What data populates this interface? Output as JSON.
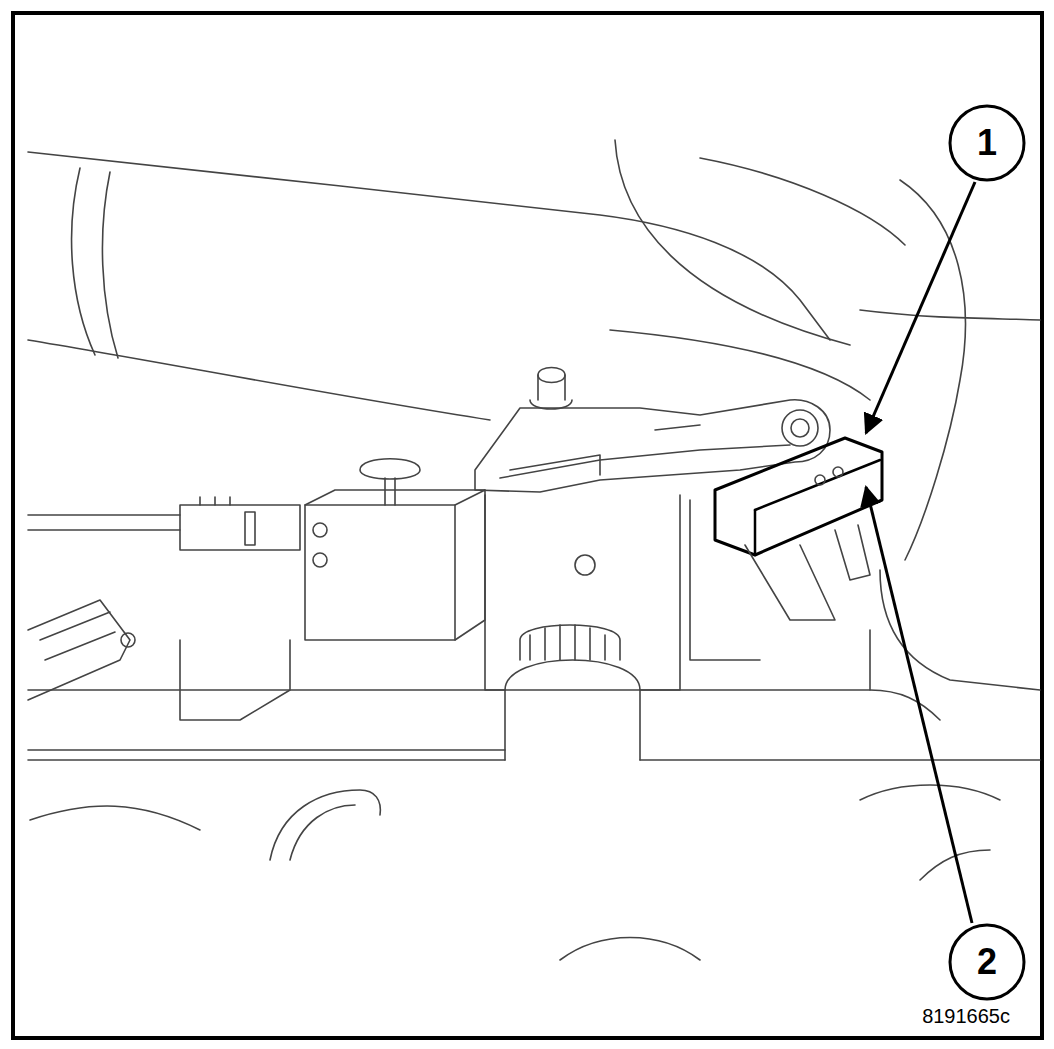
{
  "diagram": {
    "nodes": [
      {
        "text": [
          "1"
        ]
      },
      {
        "text": [
          "2"
        ]
      }
    ],
    "labels": [
      "8191665c"
    ]
  }
}
